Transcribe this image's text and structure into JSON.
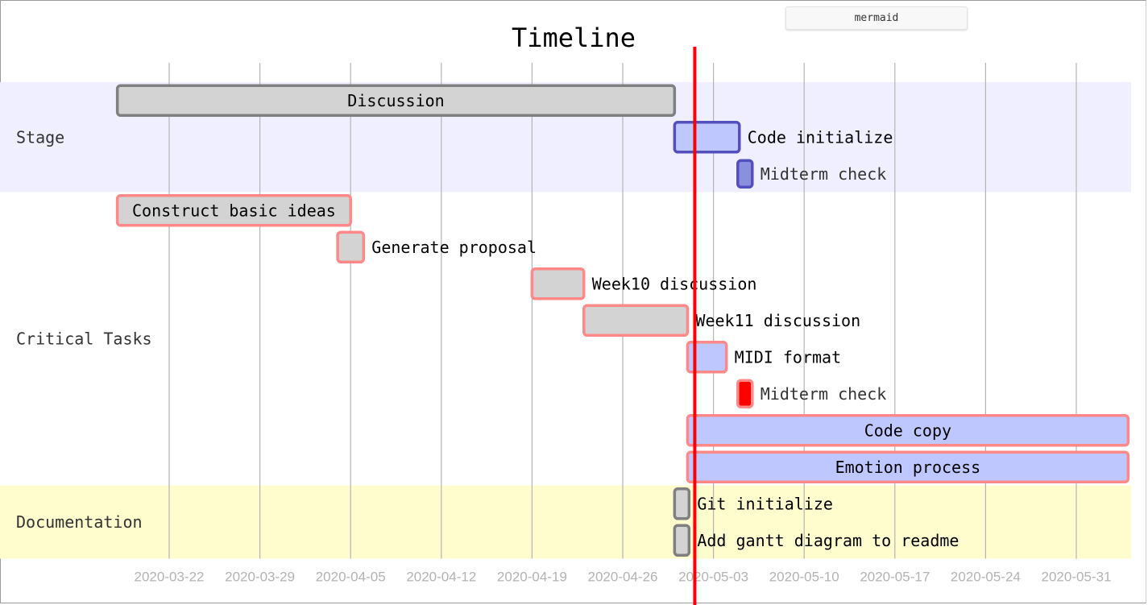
{
  "badge": {
    "label": "mermaid"
  },
  "chart_data": {
    "type": "gantt",
    "title": "Timeline",
    "today": "2020-05-01",
    "x_ticks": [
      "2020-03-22",
      "2020-03-29",
      "2020-04-05",
      "2020-04-12",
      "2020-04-19",
      "2020-04-26",
      "2020-05-03",
      "2020-05-10",
      "2020-05-17",
      "2020-05-24",
      "2020-05-31"
    ],
    "x_range": [
      "2020-03-18",
      "2020-06-03"
    ],
    "colors": {
      "section_bg": [
        "#efefff",
        "#ffffff",
        "#fffcce"
      ],
      "task_fill": "#d3d3d3",
      "task_stroke": "#808080",
      "active_fill": "#bfc7ff",
      "active_stroke": "#534fbc",
      "milestone_fill": "#8a90dd",
      "crit_stroke": "#ff8888",
      "crit_milestone_fill": "#ff0000",
      "today_line": "#ff0000",
      "grid": "#b4b4b4",
      "tick_text": "#b3b3b3"
    },
    "sections": [
      {
        "name": "Stage",
        "tasks": [
          {
            "label": "Discussion",
            "start": "2020-03-18",
            "end": "2020-04-30",
            "status": "done"
          },
          {
            "label": "Code initialize",
            "start": "2020-04-30",
            "end": "2020-05-05",
            "status": "active"
          },
          {
            "label": "Midterm check",
            "start": "2020-05-05",
            "end": "2020-05-06",
            "status": "active_milestone"
          }
        ]
      },
      {
        "name": "Critical Tasks",
        "tasks": [
          {
            "label": "Construct basic ideas",
            "start": "2020-03-18",
            "end": "2020-04-05",
            "status": "crit_done"
          },
          {
            "label": "Generate proposal",
            "start": "2020-04-04",
            "end": "2020-04-06",
            "status": "crit_done"
          },
          {
            "label": "Week10 discussion",
            "start": "2020-04-19",
            "end": "2020-04-23",
            "status": "crit_done"
          },
          {
            "label": "Week11 discussion",
            "start": "2020-04-23",
            "end": "2020-05-01",
            "status": "crit_done"
          },
          {
            "label": "MIDI format",
            "start": "2020-05-01",
            "end": "2020-05-04",
            "status": "crit_active"
          },
          {
            "label": "Midterm check",
            "start": "2020-05-05",
            "end": "2020-05-06",
            "status": "crit_milestone"
          },
          {
            "label": "Code copy",
            "start": "2020-05-01",
            "end": "2020-06-04",
            "status": "crit_active"
          },
          {
            "label": "Emotion process",
            "start": "2020-05-01",
            "end": "2020-06-04",
            "status": "crit_active"
          }
        ]
      },
      {
        "name": "Documentation",
        "tasks": [
          {
            "label": "Git initialize",
            "start": "2020-04-30",
            "end": "2020-05-01",
            "status": "done"
          },
          {
            "label": "Add gantt diagram to readme",
            "start": "2020-04-30",
            "end": "2020-05-01",
            "status": "done"
          }
        ]
      }
    ]
  }
}
